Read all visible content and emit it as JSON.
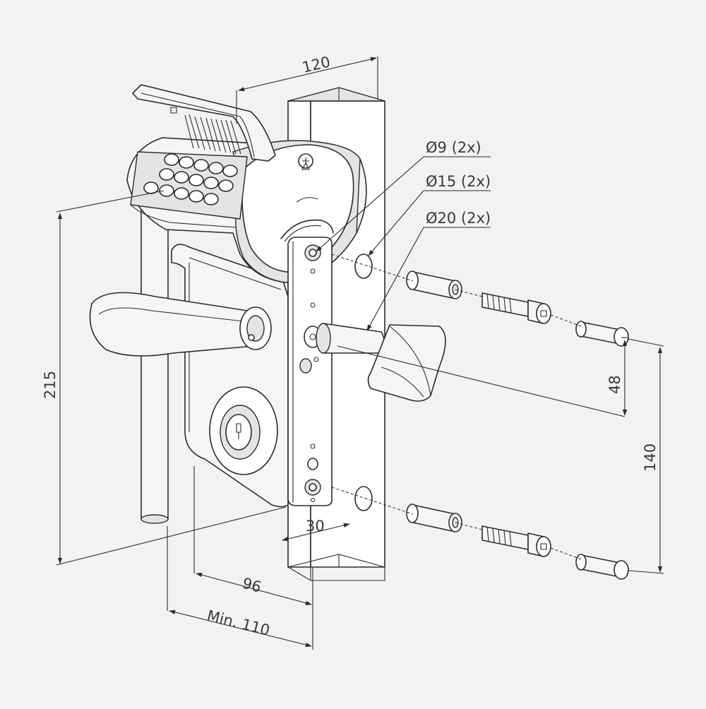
{
  "dimensions": {
    "width_120": "120",
    "hole_9": "Ø9 (2x)",
    "hole_15": "Ø15 (2x)",
    "hole_20": "Ø20 (2x)",
    "height_215": "215",
    "spacing_48": "48",
    "spacing_140": "140",
    "depth_30": "30",
    "depth_96": "96",
    "min_110": "Min. 110"
  },
  "colors": {
    "background": "#f2f2f2",
    "line": "#2b2b2b",
    "text": "#3a3a3a"
  }
}
